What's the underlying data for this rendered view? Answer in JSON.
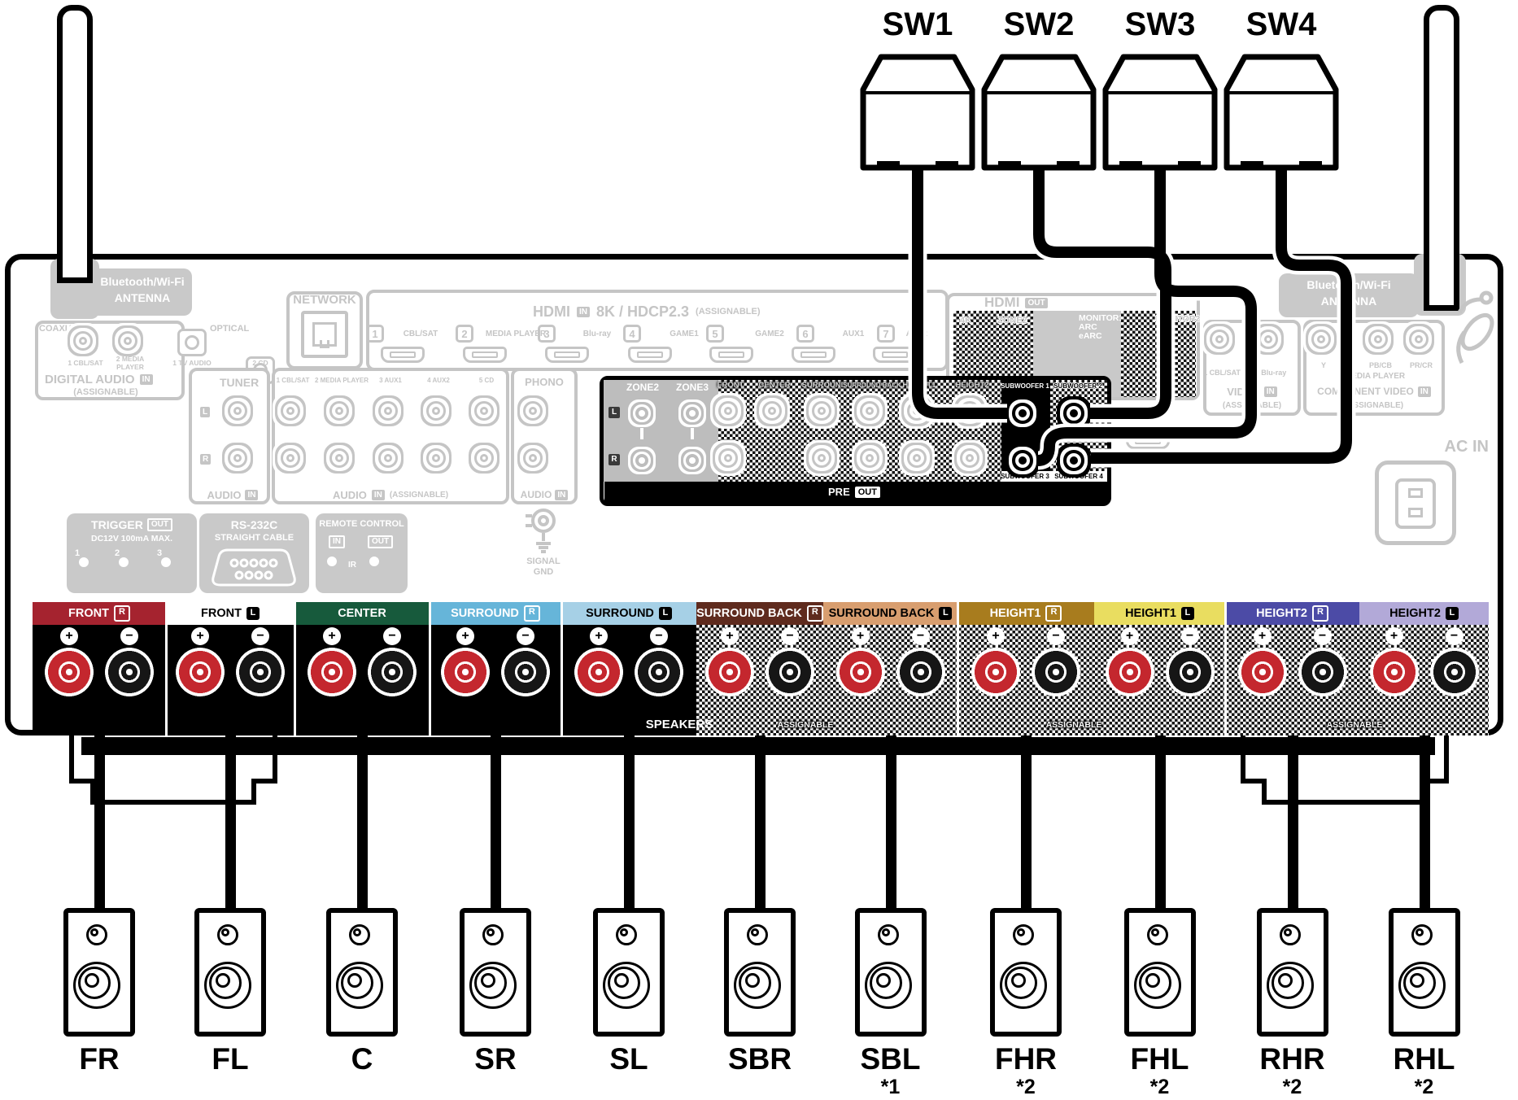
{
  "subwoofers": [
    "SW1",
    "SW2",
    "SW3",
    "SW4"
  ],
  "panel": {
    "bt_left": {
      "line1": "Bluetooth/Wi-Fi",
      "line2": "ANTENNA"
    },
    "bt_right": {
      "line1": "Bluetooth/Wi-Fi",
      "line2": "ANTENNA"
    },
    "network": "NETWORK",
    "digital": {
      "coaxial": "COAXIAL",
      "optical": "OPTICAL",
      "c1": "1 CBL/SAT",
      "c2": "2 MEDIA PLAYER",
      "o1": "1 TV AUDIO",
      "o2": "2 CD",
      "title": "DIGITAL AUDIO",
      "in": "IN",
      "assignable": "(ASSIGNABLE)"
    },
    "hdmi_in": {
      "title": "HDMI",
      "in": "IN",
      "spec": "8K / HDCP2.3",
      "assignable": "(ASSIGNABLE)",
      "inputs": [
        {
          "n": "1",
          "label": "CBL/SAT"
        },
        {
          "n": "2",
          "label": "MEDIA PLAYER"
        },
        {
          "n": "3",
          "label": "Blu-ray"
        },
        {
          "n": "4",
          "label": "GAME1"
        },
        {
          "n": "5",
          "label": "GAME2"
        },
        {
          "n": "6",
          "label": "AUX1"
        },
        {
          "n": "7",
          "label": "AUX2"
        }
      ]
    },
    "tuner": {
      "title": "TUNER",
      "l": "L",
      "r": "R",
      "audio": "AUDIO",
      "in": "IN"
    },
    "analog": {
      "cols": [
        "1 CBL/SAT",
        "2 MEDIA PLAYER",
        "3 AUX1",
        "4 AUX2",
        "5 CD"
      ],
      "audio": "AUDIO",
      "in": "IN",
      "assignable": "(ASSIGNABLE)"
    },
    "phono": {
      "title": "PHONO",
      "audio": "AUDIO",
      "in": "IN",
      "sig": "SIGNAL",
      "gnd": "GND"
    },
    "trigger": {
      "title": "TRIGGER",
      "out": "OUT",
      "spec": "DC12V 100mA MAX.",
      "nums": [
        "1",
        "2",
        "3"
      ]
    },
    "rs232": {
      "title": "RS-232C",
      "sub": "STRAIGHT CABLE"
    },
    "remote": {
      "title": "REMOTE CONTROL",
      "in": "IN",
      "out": "OUT",
      "ir": "IR"
    },
    "hdmi_out": {
      "title": "HDMI",
      "out": "OUT",
      "k4": "4K",
      "zone2": "ZONE2",
      "mon1a": "MONITOR1",
      "mon1b": "ARC",
      "mon1c": "eARC",
      "mon2": "MONITOR2"
    },
    "video": {
      "c1": "1 CBL/SAT",
      "c2": "2 Blu-ray",
      "title": "VIDEO",
      "in": "IN",
      "assignable": "(ASSIGNABLE)"
    },
    "component": {
      "y": "Y",
      "pb": "PB/CB",
      "pr": "PR/CR",
      "player": "MEDIA PLAYER",
      "title": "COMPONENT VIDEO",
      "in": "IN",
      "assignable": "(ASSIGNABLE)"
    },
    "ac_in": "AC IN",
    "preout": {
      "zone2": "ZONE2",
      "zone3": "ZONE3",
      "l": "L",
      "r": "R",
      "channels": [
        "FRONT",
        "CENTER",
        "SURROUND",
        "SURROUND BACK",
        "HEIGHT1",
        "HEIGHT2"
      ],
      "sw": [
        "SUBWOOFER 1",
        "SUBWOOFER 2",
        "SUBWOOFER 3",
        "SUBWOOFER 4"
      ],
      "pre": "PRE",
      "out": "OUT"
    }
  },
  "terminals": {
    "plus": "+",
    "minus": "−",
    "speakers": "SPEAKERS",
    "assignable": "ASSIGNABLE",
    "channels": [
      {
        "name": "FRONT",
        "side": "R",
        "bg": "#a5232f",
        "fg": "#ffffff",
        "badge": "outline"
      },
      {
        "name": "FRONT",
        "side": "L",
        "bg": "#ffffff",
        "fg": "#000000",
        "badge": "solid"
      },
      {
        "name": "CENTER",
        "side": "",
        "bg": "#175a3c",
        "fg": "#ffffff",
        "badge": ""
      },
      {
        "name": "SURROUND",
        "side": "R",
        "bg": "#66b5d9",
        "fg": "#ffffff",
        "badge": "outline"
      },
      {
        "name": "SURROUND",
        "side": "L",
        "bg": "#a6d0e6",
        "fg": "#000000",
        "badge": "solid"
      },
      {
        "name": "SURROUND BACK",
        "side": "R",
        "bg": "#5f2b1e",
        "fg": "#ffffff",
        "badge": "outline"
      },
      {
        "name": "SURROUND BACK",
        "side": "L",
        "bg": "#d89e6f",
        "fg": "#000000",
        "badge": "solid"
      },
      {
        "name": "HEIGHT1",
        "side": "R",
        "bg": "#a87c1e",
        "fg": "#ffffff",
        "badge": "outline"
      },
      {
        "name": "HEIGHT1",
        "side": "L",
        "bg": "#e9dd60",
        "fg": "#000000",
        "badge": "solid"
      },
      {
        "name": "HEIGHT2",
        "side": "R",
        "bg": "#4c4ba6",
        "fg": "#ffffff",
        "badge": "outline"
      },
      {
        "name": "HEIGHT2",
        "side": "L",
        "bg": "#b2a9d8",
        "fg": "#000000",
        "badge": "solid"
      }
    ]
  },
  "speakers": [
    {
      "label": "FR",
      "note": ""
    },
    {
      "label": "FL",
      "note": ""
    },
    {
      "label": "C",
      "note": ""
    },
    {
      "label": "SR",
      "note": ""
    },
    {
      "label": "SL",
      "note": ""
    },
    {
      "label": "SBR",
      "note": ""
    },
    {
      "label": "SBL",
      "note": "*1"
    },
    {
      "label": "FHR",
      "note": "*2"
    },
    {
      "label": "FHL",
      "note": "*2"
    },
    {
      "label": "RHR",
      "note": "*2"
    },
    {
      "label": "RHL",
      "note": "*2"
    }
  ],
  "colors": {
    "active": "#000000",
    "inactive": "#c5c5c5",
    "cable": "#000000",
    "post_plus": "#c4272e",
    "post_minus": "#161616"
  }
}
